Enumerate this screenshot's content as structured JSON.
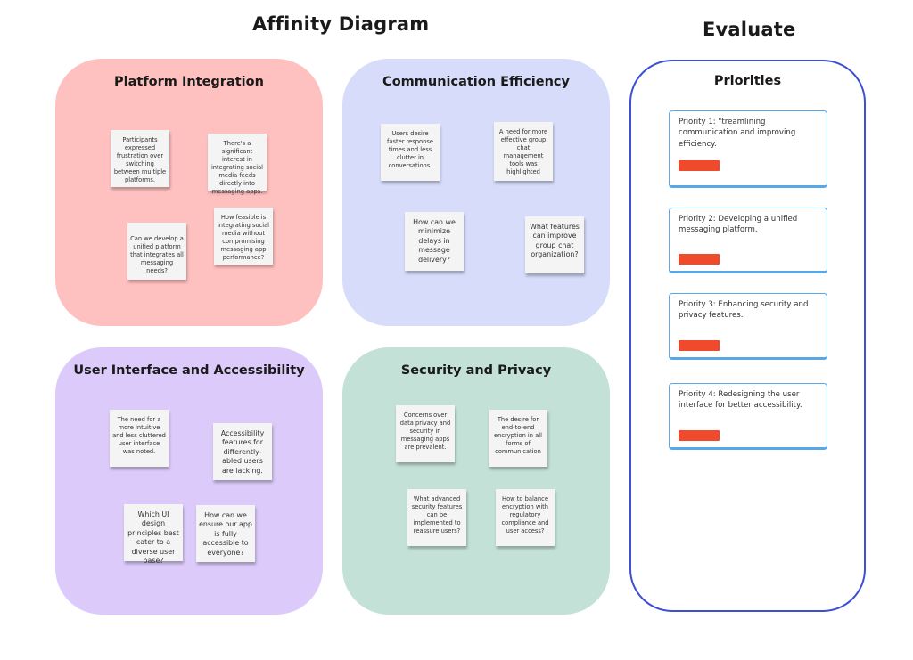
{
  "header": {
    "affinity_title": "Affinity Diagram",
    "evaluate_title": "Evaluate"
  },
  "colors": {
    "platform": "#ffc1c0",
    "communication": "#d6dcfa",
    "user_interface": "#dccbfa",
    "security": "#c3e1d7",
    "evaluate_border": "#3d4fd2",
    "card_border": "#5aa7e6",
    "priority_tag": "#ee4a2b"
  },
  "clusters": {
    "platform": {
      "title": "Platform Integration",
      "notes": [
        "Participants expressed frustration over switching between multiple platforms.",
        "There's a significant interest in integrating social media feeds directly into messaging apps.",
        "Can we develop a unified platform that integrates all messaging needs?",
        "How feasible is integrating social media without compromising messaging app performance?"
      ]
    },
    "communication": {
      "title": "Communication Efficiency",
      "notes": [
        "Users desire faster response times and less clutter in conversations.",
        "A need for more effective group chat management tools was highlighted",
        "How can we minimize delays in message delivery?",
        "What features can improve group chat organization?"
      ]
    },
    "user_interface": {
      "title": "User Interface and Accessibility",
      "notes": [
        "The need for a more intuitive and less cluttered user interface was noted.",
        "Accessibility features for differently-abled users are lacking.",
        "Which UI design principles best cater to a diverse user base?",
        "How can we ensure our app is fully accessible to everyone?"
      ]
    },
    "security": {
      "title": "Security and Privacy",
      "notes": [
        "Concerns over data privacy and security in messaging apps are prevalent.",
        "The desire for end-to-end encryption in all forms of communication",
        "What advanced security features can be implemented to reassure users?",
        "How to balance encryption with regulatory compliance and user access?"
      ]
    }
  },
  "evaluate": {
    "heading": "Priorities",
    "priorities": [
      "Priority 1: \"treamlining communication and improving efficiency.",
      "Priority 2: Developing a unified messaging platform.",
      "Priority 3: Enhancing security and privacy features.",
      "Priority 4: Redesigning the user interface for better accessibility."
    ]
  }
}
